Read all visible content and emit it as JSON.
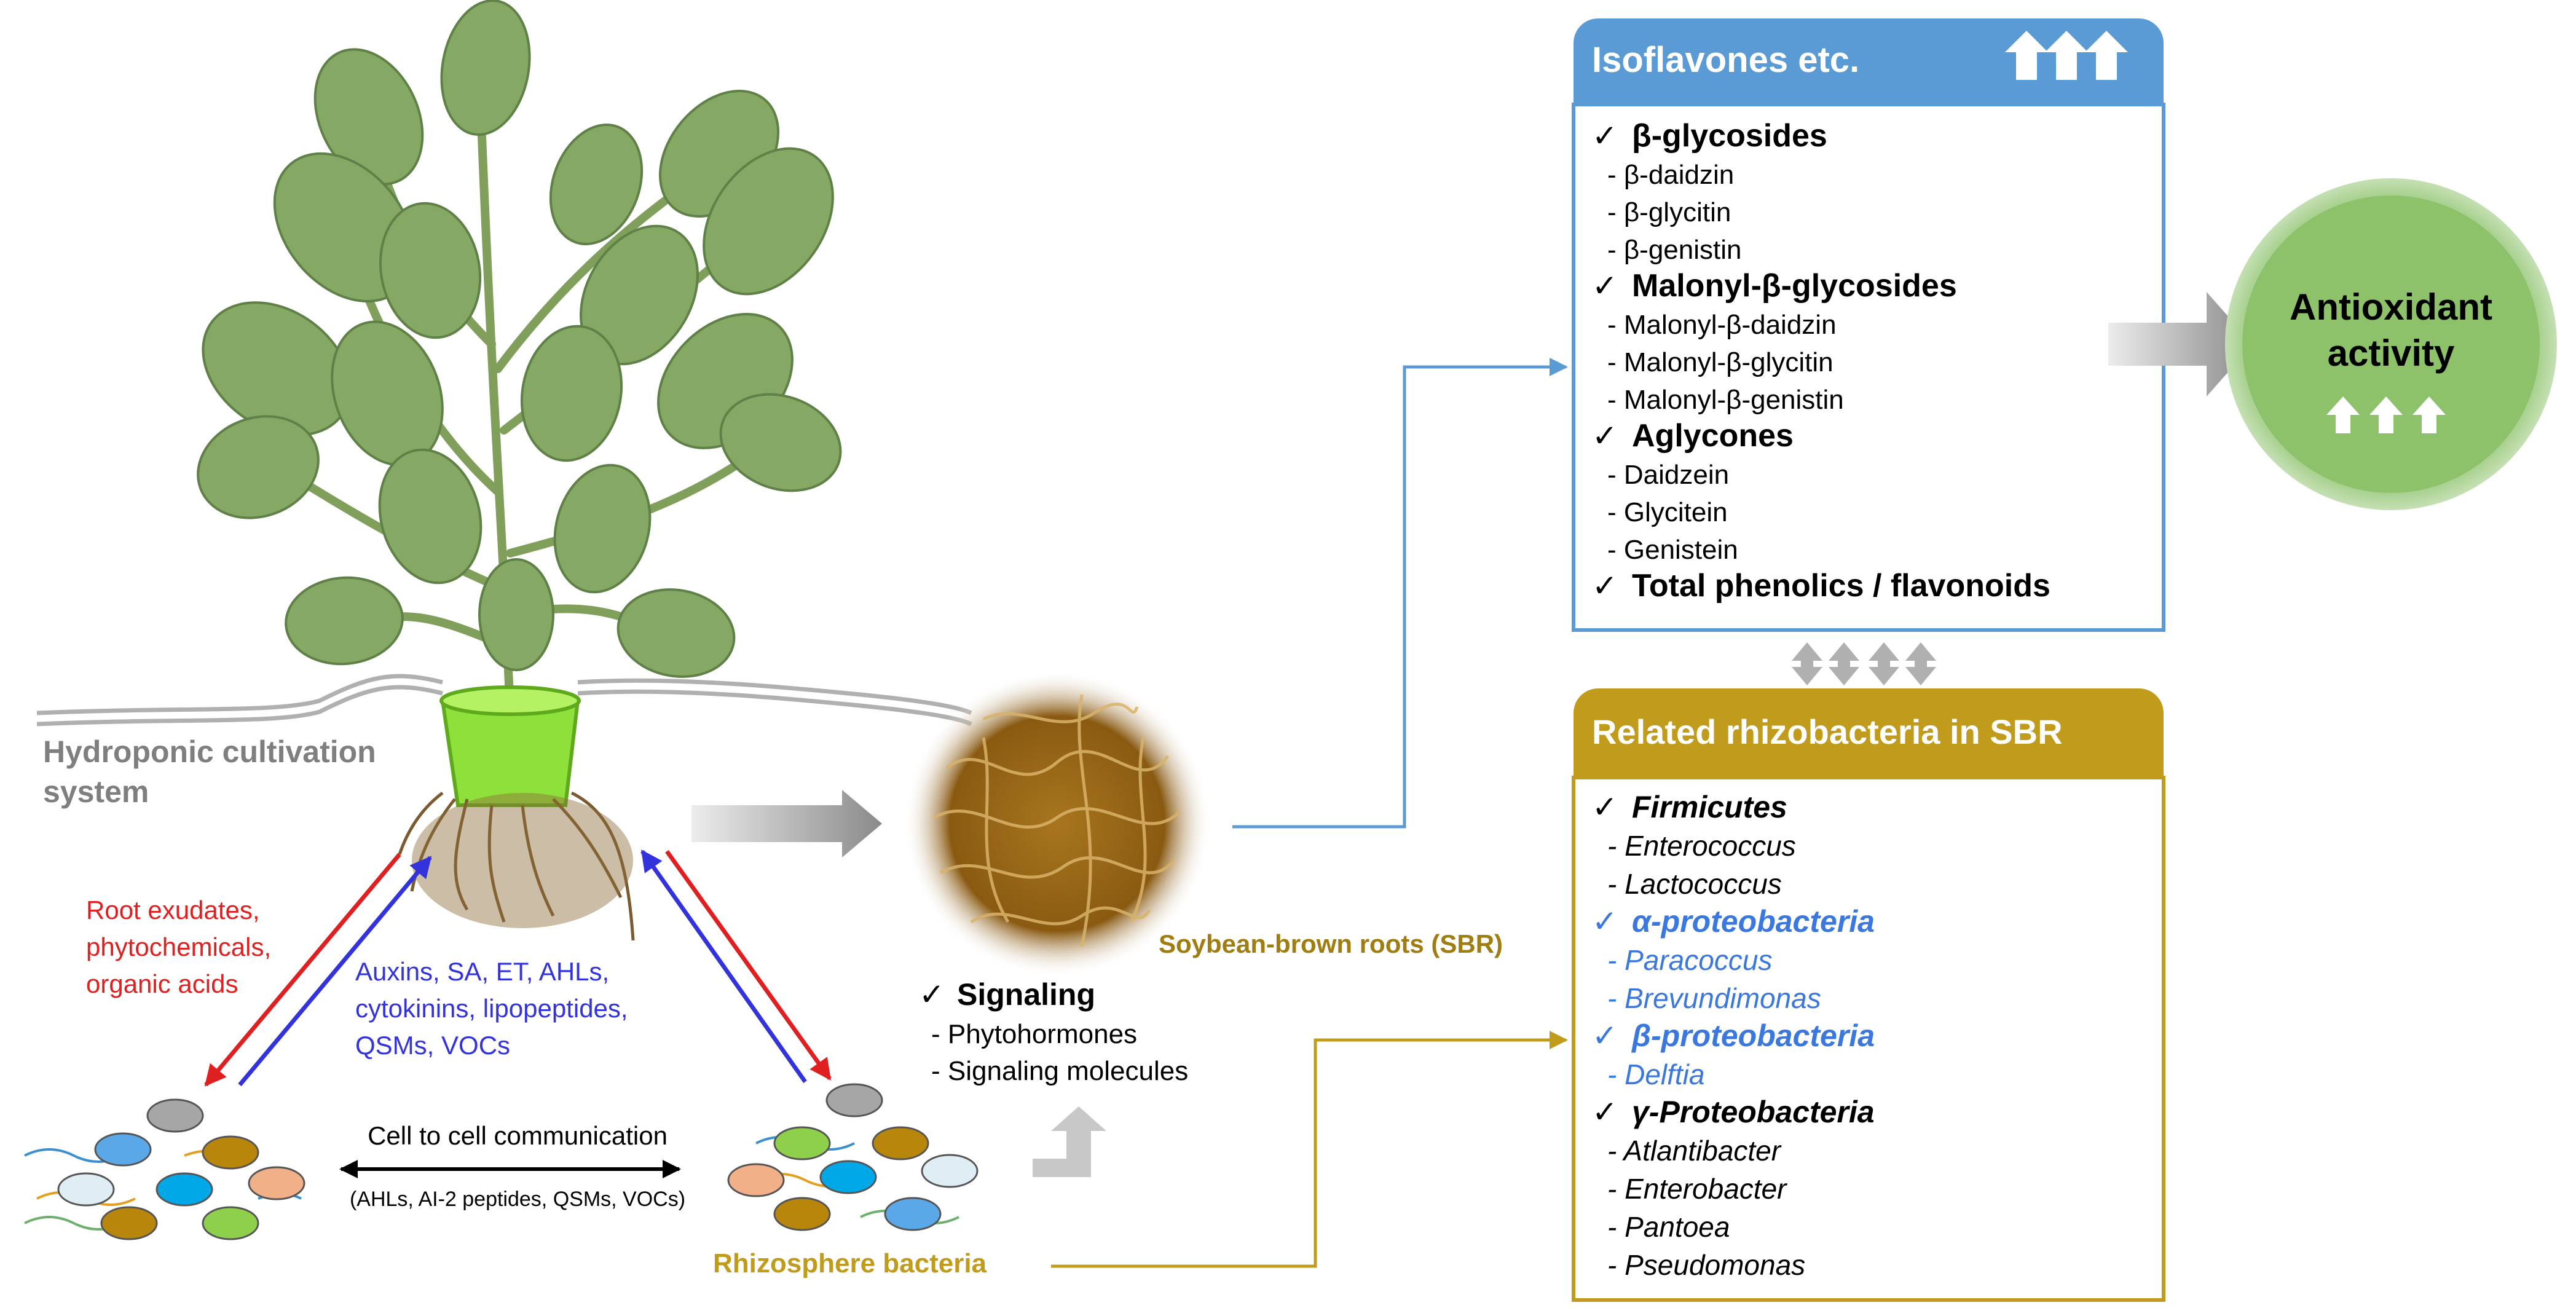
{
  "colors": {
    "blue": "#5b9bd5",
    "gold": "#c09b1c",
    "red": "#e02020",
    "purple": "#3333dd",
    "bluebacteria": "#3a78e0",
    "green": "#8dc26b",
    "gray": "#a6a6a6"
  },
  "hydroponic": {
    "line1": "Hydroponic cultivation",
    "line2": "system"
  },
  "left_red": {
    "line1": "Root exudates,",
    "line2": "phytochemicals,",
    "line3": "organic acids"
  },
  "left_blue": {
    "line1": "Auxins, SA, ET, AHLs,",
    "line2": "cytokinins, lipopeptides,",
    "line3": "QSMs, VOCs"
  },
  "cell_comm": {
    "title": "Cell to cell communication",
    "sub": "(AHLs, AI-2 peptides, QSMs, VOCs)"
  },
  "rhizosphere_label": "Rhizosphere bacteria",
  "sbr_label": "Soybean-brown roots (SBR)",
  "signaling": {
    "check": "✓",
    "title": "Signaling",
    "items": [
      "- Phytohormones",
      "- Signaling  molecules"
    ]
  },
  "isoflavones": {
    "header": "Isoflavones etc.",
    "groups": [
      {
        "title": "β-glycosides",
        "items": [
          "- β-daidzin",
          "- β-glycitin",
          "- β-genistin"
        ]
      },
      {
        "title": "Malonyl-β-glycosides",
        "items": [
          "- Malonyl-β-daidzin",
          "- Malonyl-β-glycitin",
          "- Malonyl-β-genistin"
        ]
      },
      {
        "title": "Aglycones",
        "items": [
          "- Daidzein",
          "- Glycitein",
          "- Genistein"
        ]
      },
      {
        "title": "Total phenolics / flavonoids",
        "items": []
      }
    ]
  },
  "antioxidant": {
    "line1": "Antioxidant",
    "line2": "activity"
  },
  "rhizobacteria": {
    "header": "Related rhizobacteria in SBR",
    "groups": [
      {
        "title": "Firmicutes",
        "color": "black",
        "items": [
          "- Enterococcus",
          "- Lactococcus"
        ]
      },
      {
        "title": "α-proteobacteria",
        "color": "blue",
        "items": [
          "- Paracoccus",
          "- Brevundimonas"
        ]
      },
      {
        "title": "β-proteobacteria",
        "color": "blue",
        "items": [
          "- Delftia"
        ]
      },
      {
        "title": "γ-Proteobacteria",
        "color": "black",
        "items": [
          "- Atlantibacter",
          "- Enterobacter",
          "- Pantoea",
          "- Pseudomonas"
        ]
      }
    ]
  },
  "check": "✓"
}
